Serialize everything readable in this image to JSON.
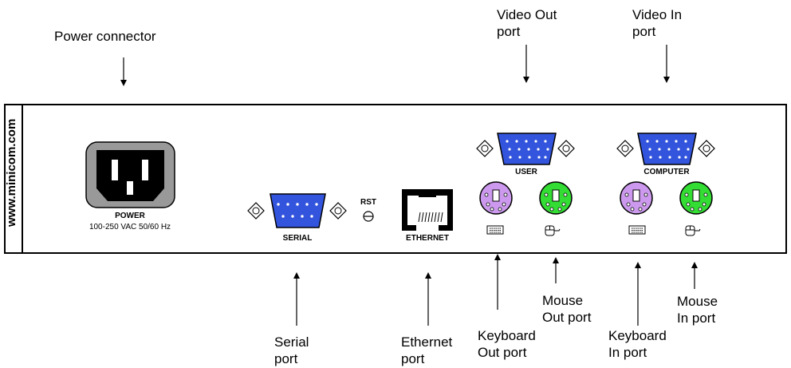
{
  "callouts": {
    "power_connector": "Power connector",
    "video_out_port": [
      "Video Out",
      "port"
    ],
    "video_in_port": [
      "Video In",
      "port"
    ],
    "serial_port": [
      "Serial",
      "port"
    ],
    "ethernet_port": [
      "Ethernet",
      "port"
    ],
    "keyboard_out_port": [
      "Keyboard",
      "Out port"
    ],
    "mouse_out_port": [
      "Mouse",
      "Out port"
    ],
    "keyboard_in_port": [
      "Keyboard",
      "In port"
    ],
    "mouse_in_port": [
      "Mouse",
      "In port"
    ]
  },
  "panel": {
    "brand": "www.minicom.com",
    "power_label": "POWER",
    "power_spec": "100-250 VAC 50/60 Hz",
    "serial_label": "SERIAL",
    "rst_label": "RST",
    "ethernet_label": "ETHERNET",
    "user_label": "USER",
    "computer_label": "COMPUTER"
  },
  "colors": {
    "vga_blue": "#3355dd",
    "ps2_keyboard": "#cc99ee",
    "ps2_mouse": "#33dd33",
    "power_gray": "#999999"
  },
  "icons": {
    "keyboard": "keyboard-icon",
    "mouse": "mouse-icon"
  }
}
